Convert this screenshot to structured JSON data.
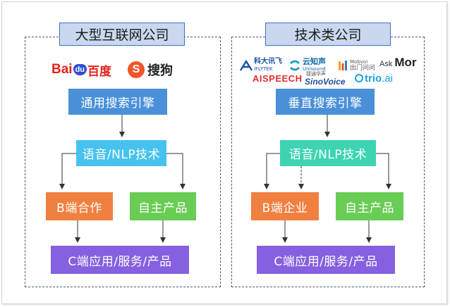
{
  "left": {
    "title": "大型互联网公司",
    "logos": {
      "baidu_prefix": "Bai",
      "baidu_du": "du",
      "baidu_cn": "百度",
      "sogou_mark": "S",
      "sogou_cn": "搜狗"
    },
    "boxes": {
      "search": "通用搜索引擎",
      "nlp": "语音/NLP技术",
      "b2b": "B端合作",
      "own": "自主产品",
      "c2c": "C端应用/服务/产品"
    }
  },
  "right": {
    "title": "技术类公司",
    "logos": {
      "iflytek_cn": "科大讯飞",
      "iflytek_en": "iFLYTEK",
      "unisound_cn": "云知声",
      "unisound_en": "Unisound",
      "mobvoi_en": "Mobvoi",
      "mobvoi_cn": "出门问问",
      "askmor_ask": "Ask",
      "askmor_mor": "Mor",
      "aispeech": "AISPEECH",
      "sinovoice_cn": "捷通华声",
      "sinovoice_en": "SinoVoice",
      "trio": "trio",
      "trio_ai": ".ai"
    },
    "boxes": {
      "search": "垂直搜索引擎",
      "nlp": "语音/NLP技术",
      "b2b": "B端企业",
      "own": "自主产品",
      "c2c": "C端应用/服务/产品"
    }
  },
  "colors": {
    "search": "#4a90d9",
    "nlp_left": "#47c2ee",
    "nlp_right": "#3ed4b2",
    "b2b": "#f08040",
    "own": "#69cc54",
    "c2c": "#8560e0"
  }
}
